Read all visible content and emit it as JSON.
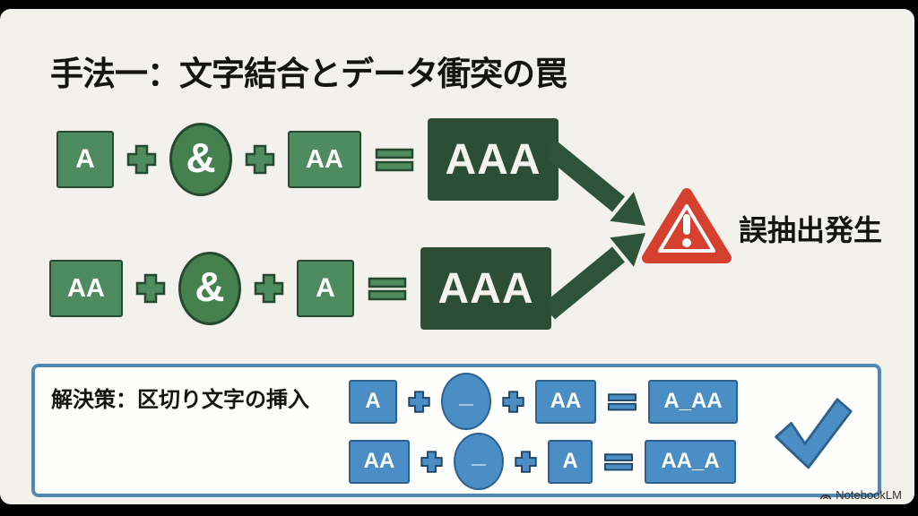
{
  "title": "手法一：文字結合とデータ衝突の罠",
  "problem": {
    "plus": "+",
    "equals": "=",
    "rows": [
      {
        "a": "A",
        "op": "&",
        "b": "AA",
        "result": "AAA"
      },
      {
        "a": "AA",
        "op": "&",
        "b": "A",
        "result": "AAA"
      }
    ],
    "warning": "誤抽出発生"
  },
  "solution": {
    "label": "解決策：区切り文字の挿入",
    "plus": "+",
    "equals": "=",
    "rows": [
      {
        "a": "A",
        "op": "_",
        "b": "AA",
        "result": "A_AA"
      },
      {
        "a": "AA",
        "op": "_",
        "b": "A",
        "result": "AA_A"
      }
    ]
  },
  "footer": {
    "brand": "NotebookLM"
  },
  "colors": {
    "background": "#f2f1ec",
    "green": "#4e8b5e",
    "green_dark": "#2b4e35",
    "arrow_green": "#2d5438",
    "warning_red": "#d6402e",
    "blue": "#4b8ec5",
    "blue_dark": "#2d628f"
  }
}
